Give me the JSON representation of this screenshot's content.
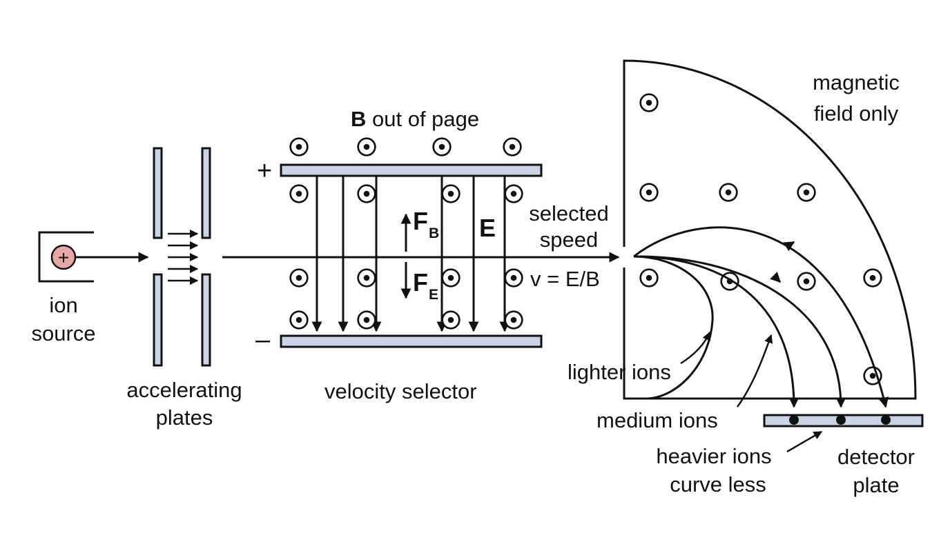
{
  "colors": {
    "plate_fill": "#c9d5e7",
    "ion_fill": "#e8a7a7",
    "line": "#111111"
  },
  "labels": {
    "ion_source_1": "ion",
    "ion_source_2": "source",
    "accel_1": "accelerating",
    "accel_2": "plates",
    "b_symbol": "B",
    "b_rest": " out of page",
    "plus": "+",
    "minus": "–",
    "velocity_selector": "velocity selector",
    "fb": "F",
    "fb_sub": "B",
    "fe": "F",
    "fe_sub": "E",
    "e_field": "E",
    "selected_1": "selected",
    "selected_2": "speed",
    "v_eq": "v = E/B",
    "magnetic_1": "magnetic",
    "magnetic_2": "field only",
    "lighter": "lighter ions",
    "medium": "medium ions",
    "heavier_1": "heavier ions",
    "heavier_2": "curve less",
    "detector_1": "detector",
    "detector_2": "plate",
    "ion_plus": "+"
  }
}
